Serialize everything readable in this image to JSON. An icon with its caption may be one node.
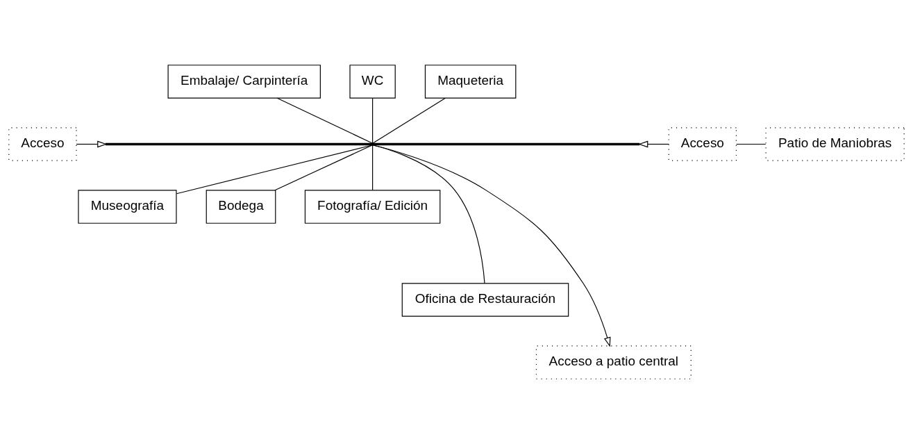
{
  "diagram": {
    "nodes": [
      {
        "text": [
          "Embalaje/ Carpintería"
        ]
      },
      {
        "text": [
          "WC"
        ]
      },
      {
        "text": [
          "Maqueteria"
        ]
      },
      {
        "text": [
          "Acceso"
        ]
      },
      {
        "text": [],
        "shape": "bar"
      },
      {
        "text": [
          "Acceso"
        ]
      },
      {
        "text": [
          "Patio de Maniobras"
        ]
      },
      {
        "text": [
          "Museografía"
        ]
      },
      {
        "text": [
          "Bodega"
        ]
      },
      {
        "text": [
          "Fotografía/ Edición"
        ]
      },
      {
        "text": [
          "Oficina de Restauración"
        ]
      },
      {
        "text": [
          "Acceso a patio central"
        ]
      }
    ],
    "edges": [
      {
        "from": 0,
        "to": 4,
        "arrow": "none"
      },
      {
        "from": 1,
        "to": 4,
        "arrow": "none"
      },
      {
        "from": 2,
        "to": 4,
        "arrow": "none"
      },
      {
        "from": 3,
        "to": 4,
        "arrow": "to"
      },
      {
        "from": 5,
        "to": 4,
        "arrow": "to"
      },
      {
        "from": 5,
        "to": 6,
        "arrow": "none"
      },
      {
        "from": 4,
        "to": 7,
        "arrow": "none"
      },
      {
        "from": 4,
        "to": 8,
        "arrow": "none"
      },
      {
        "from": 4,
        "to": 9,
        "arrow": "none"
      },
      {
        "from": 4,
        "to": 10,
        "arrow": "none"
      },
      {
        "from": 4,
        "to": 11,
        "arrow": "to"
      }
    ]
  }
}
